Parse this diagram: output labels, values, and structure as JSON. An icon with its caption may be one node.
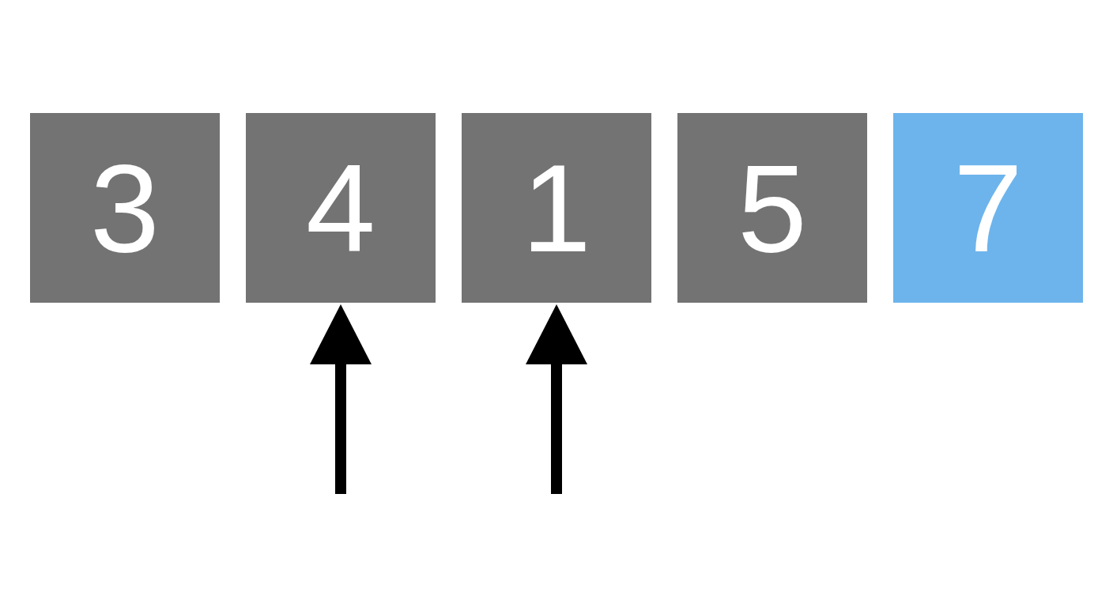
{
  "diagram": {
    "nodes": [
      {
        "text": [
          "3"
        ]
      },
      {
        "text": [
          "4"
        ]
      },
      {
        "text": [
          "1"
        ]
      },
      {
        "text": [
          "5"
        ]
      },
      {
        "text": [
          "7"
        ]
      }
    ],
    "edges": [
      {
        "from": null,
        "to": 1,
        "arrow": "to"
      },
      {
        "from": null,
        "to": 2,
        "arrow": "to"
      }
    ]
  }
}
